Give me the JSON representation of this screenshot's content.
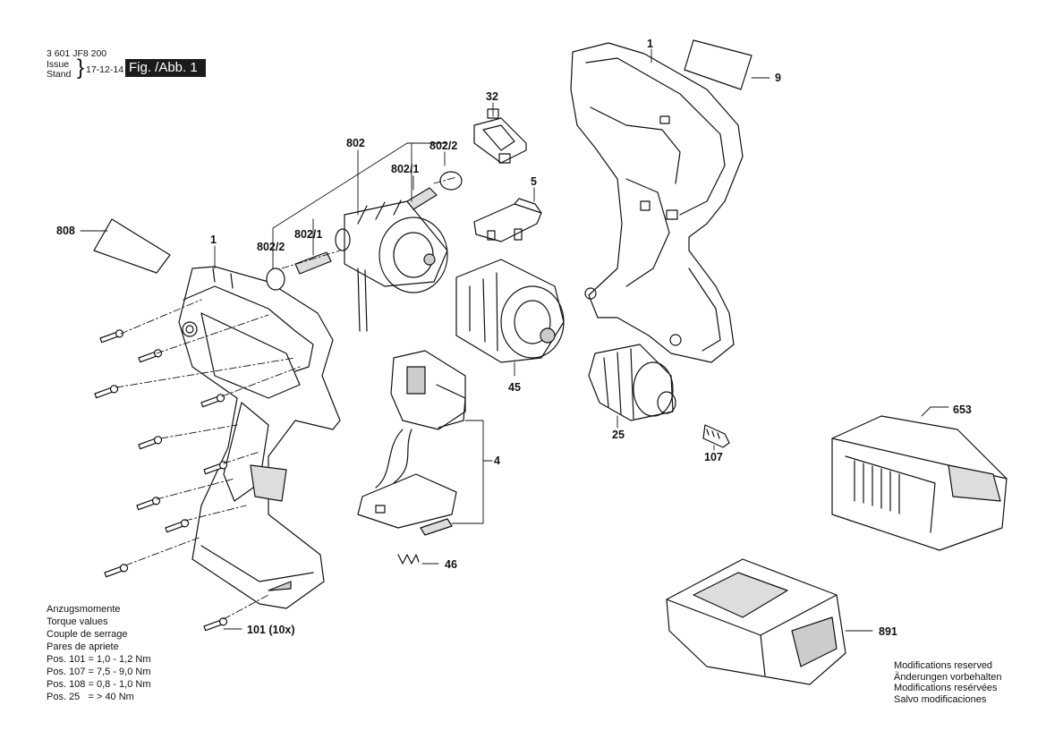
{
  "header": {
    "document_number": "3 601 JF8 200",
    "issue_label": "Issue",
    "stand_label": "Stand",
    "brace": "}",
    "date": "17-12-14",
    "figure_label": "Fig. /Abb. 1"
  },
  "callouts": {
    "c1_left": "1",
    "c1_right": "1",
    "c9": "9",
    "c32": "32",
    "c802": "802",
    "c802_2_top": "802/2",
    "c802_1_top": "802/1",
    "c802_2_left": "802/2",
    "c802_1_left": "802/1",
    "c808": "808",
    "c5": "5",
    "c45": "45",
    "c4": "4",
    "c25": "25",
    "c107": "107",
    "c653": "653",
    "c46": "46",
    "c101": "101 (10x)",
    "c891": "891"
  },
  "torque": {
    "lines": [
      "Anzugsmomente",
      "Torque values",
      "Couple de serrage",
      "Pares de apriete"
    ],
    "rows": [
      {
        "pos": "Pos. 101",
        "value": "= 1,0 - 1,2 Nm"
      },
      {
        "pos": "Pos. 107",
        "value": "= 7,5 - 9,0 Nm"
      },
      {
        "pos": "Pos. 108",
        "value": "= 0,8 - 1,0 Nm"
      },
      {
        "pos": "Pos. 25",
        "value": "= > 40 Nm"
      }
    ]
  },
  "modifications": [
    "Modifications reserved",
    "Änderungen vorbehalten",
    "Modifications resérvées",
    "Salvo modificaciones"
  ]
}
